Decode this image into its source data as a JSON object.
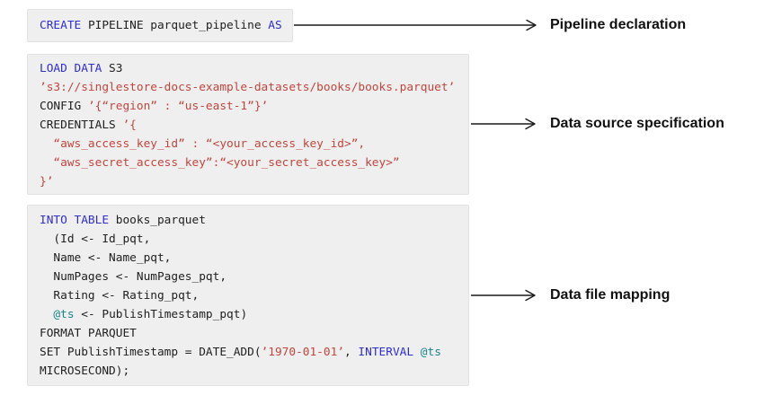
{
  "colors": {
    "keyword": "#2e2ed1",
    "string": "#c0473f",
    "variable": "#1b858a",
    "plain": "#212121",
    "block_bg": "#efefef",
    "block_border": "#e2e2e2",
    "arrow": "#1a1a1a",
    "label": "#111111"
  },
  "annotations": [
    {
      "label": "Pipeline declaration"
    },
    {
      "label": "Data source specification"
    },
    {
      "label": "Data file mapping"
    }
  ],
  "code_blocks": [
    {
      "id": "pipeline-declaration",
      "lines": [
        [
          {
            "t": "CREATE",
            "c": "keyword"
          },
          {
            "t": " PIPELINE parquet_pipeline ",
            "c": "plain"
          },
          {
            "t": "AS",
            "c": "keyword"
          }
        ]
      ]
    },
    {
      "id": "data-source-specification",
      "lines": [
        [
          {
            "t": "LOAD DATA",
            "c": "keyword"
          },
          {
            "t": " S3",
            "c": "plain"
          }
        ],
        [
          {
            "t": "’s3://singlestore-docs-example-datasets/books/books.parquet’",
            "c": "string"
          }
        ],
        [
          {
            "t": "CONFIG ",
            "c": "plain"
          },
          {
            "t": "’{“region” : “us-east-1”}’",
            "c": "string"
          }
        ],
        [
          {
            "t": "CREDENTIALS ",
            "c": "plain"
          },
          {
            "t": "’{",
            "c": "string"
          }
        ],
        [
          {
            "t": "  “aws_access_key_id” : “<your_access_key_id>”,",
            "c": "string"
          }
        ],
        [
          {
            "t": "  “aws_secret_access_key”:“<your_secret_access_key>”",
            "c": "string"
          }
        ],
        [
          {
            "t": "}’",
            "c": "string"
          }
        ]
      ]
    },
    {
      "id": "data-file-mapping",
      "lines": [
        [
          {
            "t": "INTO TABLE",
            "c": "keyword"
          },
          {
            "t": " books_parquet",
            "c": "plain"
          }
        ],
        [
          {
            "t": "  (Id <- Id_pqt,",
            "c": "plain"
          }
        ],
        [
          {
            "t": "  Name <- Name_pqt,",
            "c": "plain"
          }
        ],
        [
          {
            "t": "  NumPages <- NumPages_pqt,",
            "c": "plain"
          }
        ],
        [
          {
            "t": "  Rating <- Rating_pqt,",
            "c": "plain"
          }
        ],
        [
          {
            "t": "  ",
            "c": "plain"
          },
          {
            "t": "@ts",
            "c": "variable"
          },
          {
            "t": " <- PublishTimestamp_pqt)",
            "c": "plain"
          }
        ],
        [
          {
            "t": "FORMAT PARQUET",
            "c": "plain"
          }
        ],
        [
          {
            "t": "SET PublishTimestamp = DATE_ADD(",
            "c": "plain"
          },
          {
            "t": "’1970-01-01’",
            "c": "string"
          },
          {
            "t": ", ",
            "c": "plain"
          },
          {
            "t": "INTERVAL",
            "c": "keyword"
          },
          {
            "t": " ",
            "c": "plain"
          },
          {
            "t": "@ts",
            "c": "variable"
          }
        ],
        [
          {
            "t": "MICROSECOND);",
            "c": "plain"
          }
        ]
      ]
    }
  ]
}
